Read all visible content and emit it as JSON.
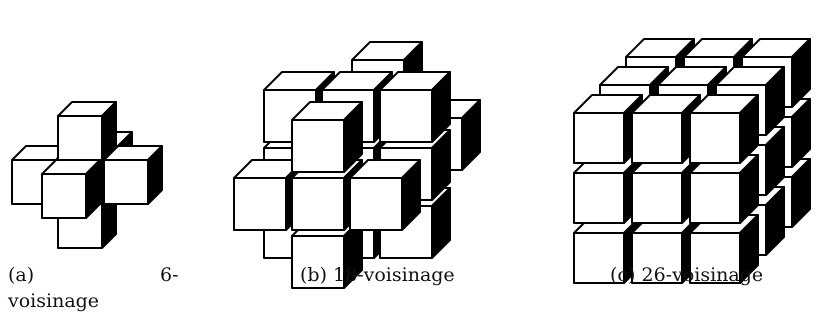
{
  "diagrams": [
    {
      "id": "a",
      "caption_parts": [
        "(a)",
        "6-",
        "voisinage"
      ]
    },
    {
      "id": "b",
      "caption": "(b) 18-voisinage"
    },
    {
      "id": "c",
      "caption": "(c) 26-voisinage"
    }
  ],
  "style": {
    "face_top": "#ffffff",
    "face_front": "#ffffff",
    "face_side": "#000000",
    "stroke": "#000000"
  }
}
